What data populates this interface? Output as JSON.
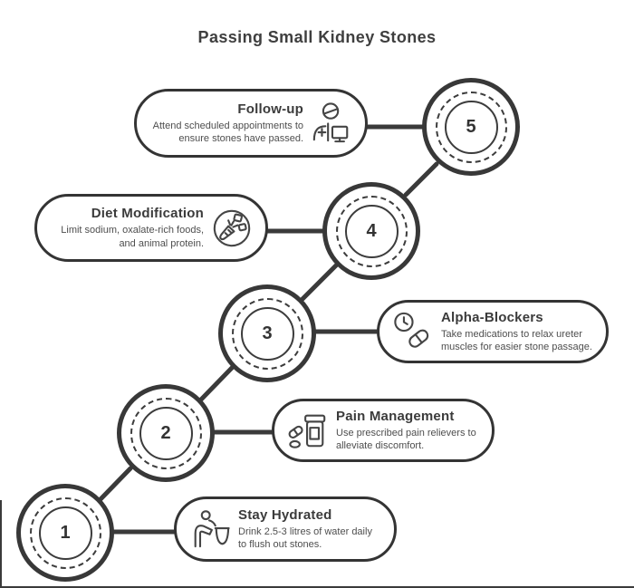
{
  "title": "Passing Small Kidney Stones",
  "theme": {
    "line_color": "#3a3a3a",
    "title_color": "#3f3f3f",
    "desc_color": "#4e4e4e",
    "background": "#ffffff"
  },
  "steps": [
    {
      "number": "1",
      "title": "Stay Hydrated",
      "description": "Drink 2.5-3 litres of water daily to flush out stones.",
      "icon": "person-drinking-water-icon"
    },
    {
      "number": "2",
      "title": "Pain Management",
      "description": "Use prescribed pain relievers to alleviate discomfort.",
      "icon": "pill-bottle-icon"
    },
    {
      "number": "3",
      "title": "Alpha-Blockers",
      "description": "Take medications to relax ureter muscles for easier stone passage.",
      "icon": "clock-and-capsule-icon"
    },
    {
      "number": "4",
      "title": "Diet Modification",
      "description": "Limit sodium, oxalate-rich foods, and animal protein.",
      "icon": "healthy-food-icon"
    },
    {
      "number": "5",
      "title": "Follow-up",
      "description": "Attend scheduled appointments to ensure stones have passed.",
      "icon": "monitor-appointment-icon"
    }
  ]
}
